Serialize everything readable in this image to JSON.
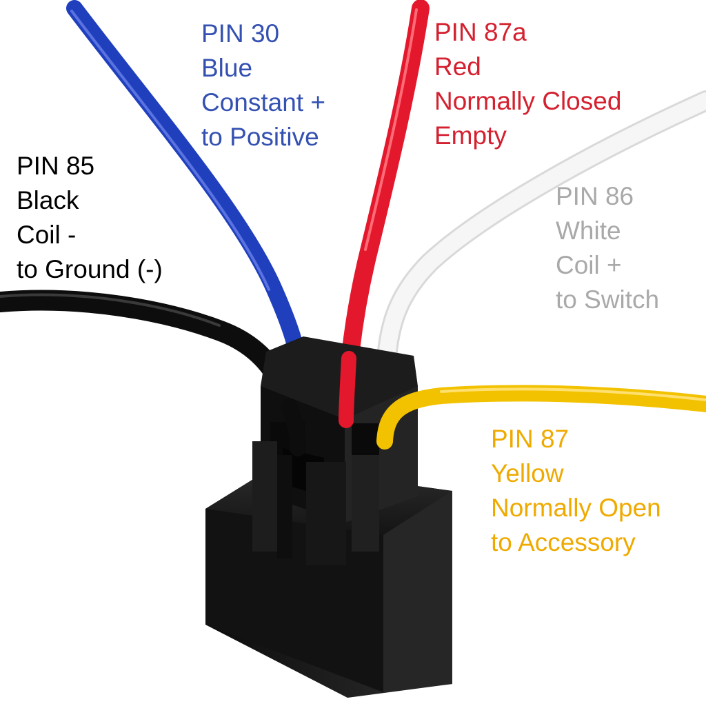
{
  "colors": {
    "blue_wire": "#1f3fbd",
    "red_wire": "#e3182c",
    "white_wire": "#f6f6f6",
    "black_wire": "#0d0d0d",
    "yellow_wire": "#f2c200",
    "blue_text": "#3451b2",
    "red_text": "#d4202f",
    "black_text": "#000000",
    "white_text": "#a9a9a9",
    "yellow_text": "#efaa00",
    "housing": "#1a1a1a"
  },
  "labels": {
    "pin30": {
      "l1": "PIN 30",
      "l2": "Blue",
      "l3": "Constant +",
      "l4": "to Positive"
    },
    "pin87a": {
      "l1": "PIN 87a",
      "l2": "Red",
      "l3": "Normally Closed",
      "l4": "Empty"
    },
    "pin85": {
      "l1": "PIN 85",
      "l2": "Black",
      "l3": "Coil -",
      "l4": "to Ground (-)"
    },
    "pin86": {
      "l1": "PIN 86",
      "l2": "White",
      "l3": "Coil +",
      "l4": "to Switch"
    },
    "pin87": {
      "l1": "PIN 87",
      "l2": "Yellow",
      "l3": "Normally Open",
      "l4": "to Accessory"
    }
  }
}
